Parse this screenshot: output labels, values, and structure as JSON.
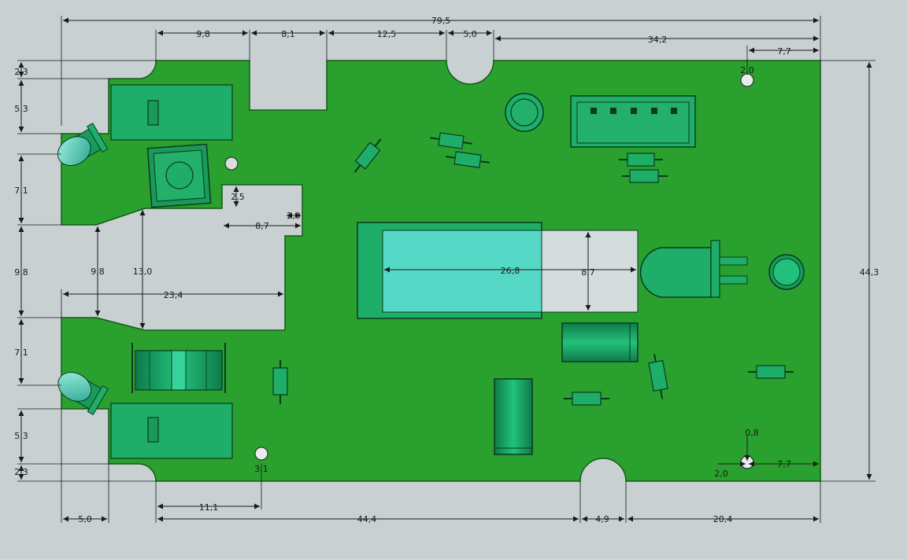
{
  "colors": {
    "background": "#c8d0d2",
    "board": "#2aa02e",
    "board_edge": "#145a18",
    "component": "#1fae6a",
    "component_dark": "#0b3a1e",
    "teal": "#4dd6c4",
    "cutout": "#c8d0d2"
  },
  "dimensions": {
    "top_total": "79,5",
    "top_9_8": "9,8",
    "top_8_1": "8,1",
    "top_12_5": "12,5",
    "top_5_0": "5,0",
    "top_34_2": "34,2",
    "top_7_7": "7,7",
    "hole_top_right": "2,0",
    "left_2_3_top": "2,3",
    "left_5_3_top": "5,3",
    "left_7_1_top": "7,1",
    "left_9_8": "9,8",
    "left_7_1_bottom": "7,1",
    "left_5_3_bottom": "5,3",
    "left_2_3_bottom": "2,3",
    "inner_9_8": "9,8",
    "inner_13_0": "13,0",
    "inner_23_4": "23,4",
    "inner_2_5": "2,5",
    "inner_2_0": "2,0",
    "inner_8_7": "8,7",
    "lcd_26_8": "26,8",
    "lcd_8_7": "8,7",
    "right_44_3": "44,3",
    "bottom_5_0": "5,0",
    "bottom_11_1": "11,1",
    "hole_bottom_left": "3,1",
    "bottom_44_4": "44,4",
    "bottom_4_9": "4,9",
    "bottom_20_4": "20,4",
    "bottom_right_7_7": "7,7",
    "hole_bottom_right_0_8": "0,8",
    "hole_bottom_right_2_0": "2,0"
  }
}
